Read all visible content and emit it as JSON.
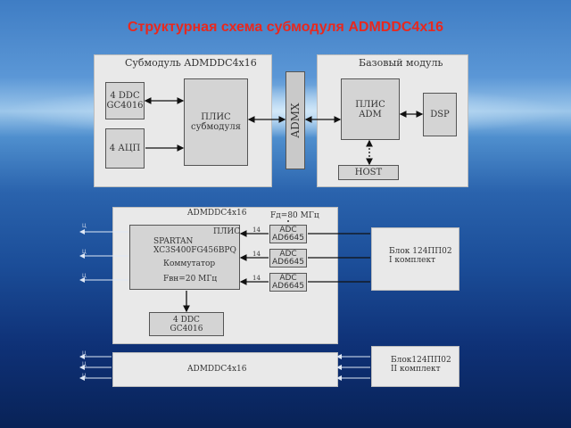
{
  "title": "Структурная схема субмодуля ADMDDC4x16",
  "top": {
    "submodule_title": "Субмодуль ADMDDC4x16",
    "base_title": "Базовый модуль",
    "ddc": "4 DDC\nGC4016",
    "plis_sub": "ПЛИС\nсубмодуля",
    "adc": "4 АЦП",
    "admx": "ADMX",
    "plis_adm": "ПЛИС\nADM",
    "dsp": "DSP",
    "host": "HOST"
  },
  "middle": {
    "panel_title": "ADMDDC4x16",
    "fd": "Fд=80 МГц",
    "plis_label": "ПЛИС",
    "spartan": "SPARTAN\nXC3S400FG456BPQ",
    "kommutator": "Коммутатор",
    "fin": "Fвн=20 МГц",
    "adc_units": [
      "ADC\nAD6645",
      "ADC\nAD6645",
      "ADC\nAD6645"
    ],
    "ddc": "4 DDC\nGC4016",
    "bus_labels": [
      "14",
      "14",
      "14"
    ],
    "block1": "Блок 124ПП02\nI комплект"
  },
  "bottom": {
    "panel_title": "ADMDDC4x16",
    "block2": "Блок124ПП02\nII комплект"
  },
  "signal_labels": [
    "Ц",
    "Ц",
    "Ц",
    "Ц",
    "Ц",
    "Ц"
  ],
  "colors": {
    "title": "#e8281e",
    "panel": "#e9e9e9",
    "box": "#d4d4d4"
  }
}
